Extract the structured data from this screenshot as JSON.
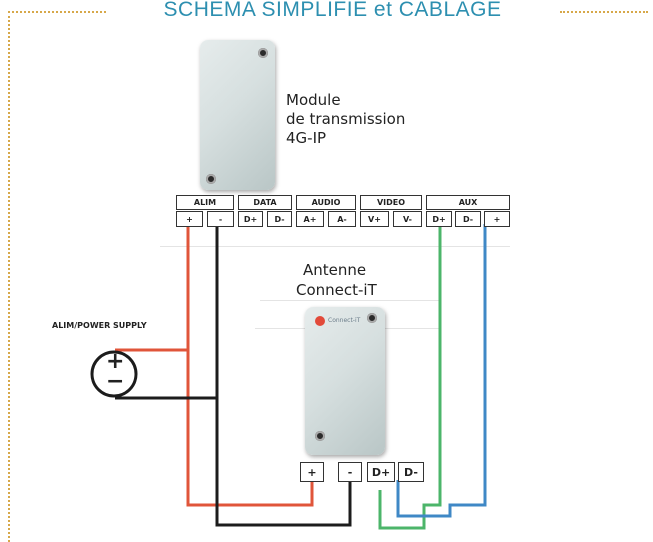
{
  "title": "SCHÉMA SIMPLIFIÉ et CÂBLAGE",
  "module": {
    "label_line1": "Module",
    "label_line2": "de transmission",
    "label_line3": "4G-IP"
  },
  "antenna": {
    "label_line1": "Antenne",
    "label_line2": "Connect-iT",
    "brand": "Connect-iT"
  },
  "power_supply_label": "ALIM/POWER SUPPLY",
  "power_symbol": {
    "plus": "+",
    "minus": "−"
  },
  "terminal_strip": {
    "groups": [
      "ALIM",
      "DATA",
      "AUDIO",
      "VIDEO",
      "AUX"
    ],
    "pins": [
      "+",
      "-",
      "D+",
      "D-",
      "A+",
      "A-",
      "V+",
      "V-",
      "D+",
      "D-",
      "+"
    ]
  },
  "antenna_terminals": [
    "+",
    "-",
    "D+",
    "D-"
  ],
  "colors": {
    "positive": "#e0553a",
    "negative": "#1c1c1c",
    "data_plus": "#4cb56a",
    "data_minus": "#3f88c6",
    "frame": "#d7a84a",
    "title": "#2d8fb0"
  }
}
